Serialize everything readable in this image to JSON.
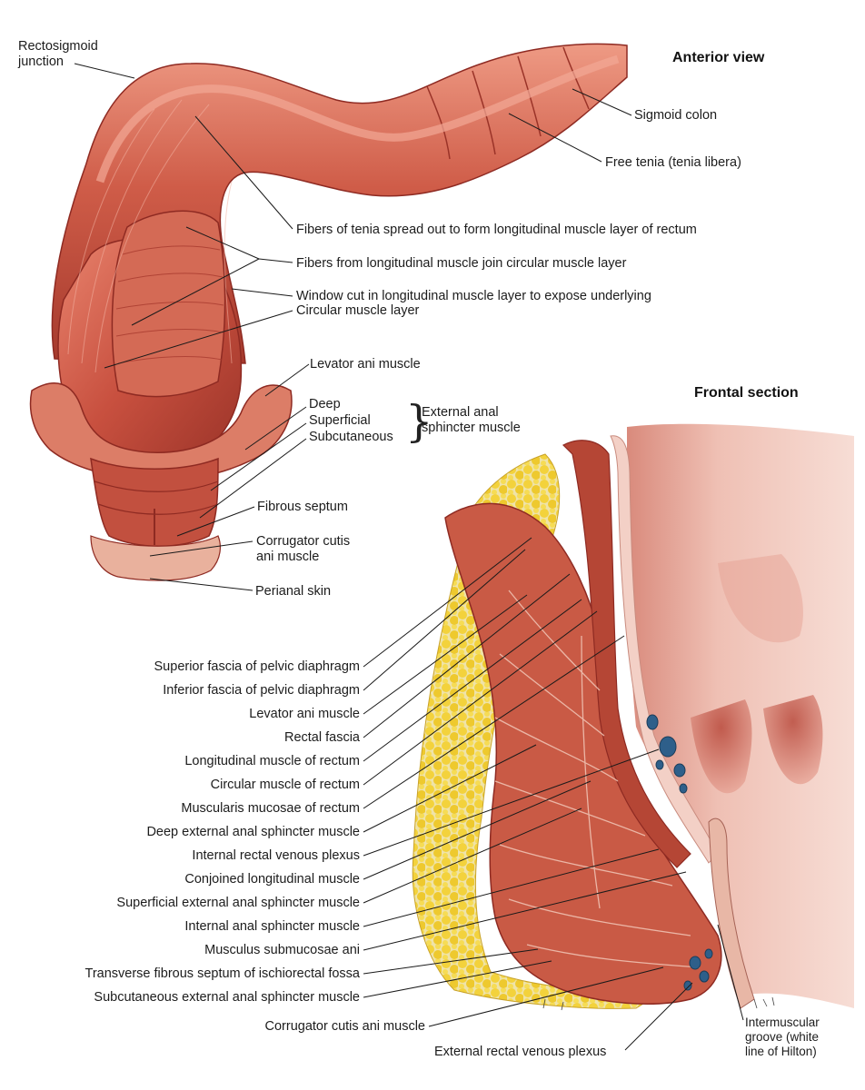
{
  "headings": {
    "anterior": "Anterior view",
    "frontal": "Frontal section"
  },
  "anterior_labels": {
    "rectosigmoid": [
      "Rectosigmoid",
      "junction"
    ],
    "sigmoid_colon": "Sigmoid colon",
    "free_tenia": "Free tenia (tenia libera)",
    "fibers_tenia": "Fibers of tenia spread out to form longitudinal muscle layer of rectum",
    "fibers_longitudinal": "Fibers from longitudinal muscle join circular muscle layer",
    "window_cut": "Window cut in longitudinal muscle layer to expose underlying",
    "circular_layer": "Circular muscle layer",
    "levator_ani": "Levator ani muscle",
    "deep": "Deep",
    "superficial": "Superficial",
    "subcutaneous": "Subcutaneous",
    "external_anal": [
      "External anal",
      "sphincter muscle"
    ],
    "fibrous_septum": "Fibrous septum",
    "corrugator": [
      "Corrugator cutis",
      "ani muscle"
    ],
    "perianal_skin": "Perianal skin"
  },
  "frontal_labels": [
    "Superior fascia of pelvic diaphragm",
    "Inferior fascia of pelvic diaphragm",
    "Levator ani muscle",
    "Rectal fascia",
    "Longitudinal muscle of rectum",
    "Circular muscle of rectum",
    "Muscularis mucosae of rectum",
    "Deep external anal sphincter muscle",
    "Internal rectal venous plexus",
    "Conjoined longitudinal muscle",
    "Superficial external anal sphincter muscle",
    "Internal anal sphincter muscle",
    "Musculus submucosae ani",
    "Transverse fibrous septum of ischiorectal fossa",
    "Subcutaneous external anal sphincter muscle",
    "Corrugator cutis ani muscle"
  ],
  "bottom_labels": {
    "external_plexus": "External rectal venous plexus",
    "intermuscular": [
      "Intermuscular",
      "groove (white",
      "line of Hilton)"
    ]
  },
  "colors": {
    "muscle": "#c8503f",
    "muscle_light": "#e07a66",
    "muscle_dark": "#8e2a22",
    "fat": "#f0d23a",
    "mucosa": "#e8b0a4",
    "vein": "#2e5f8a"
  }
}
